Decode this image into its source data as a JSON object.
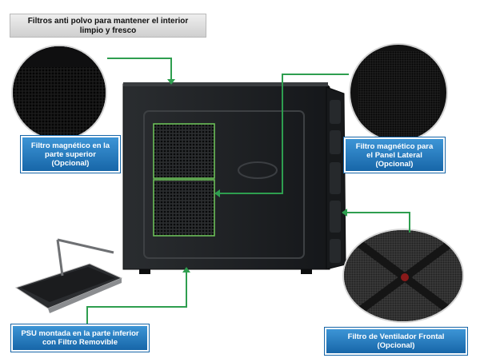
{
  "title": {
    "line1": "Filtros anti polvo para mantener el interior",
    "line2": "limpio y fresco"
  },
  "callouts": {
    "top_left": {
      "line1": "Filtro magnético en la",
      "line2": "parte superior",
      "line3": "(Opcional)"
    },
    "top_right": {
      "line1": "Filtro magnético para",
      "line2": "el Panel Lateral",
      "line3": "(Opcional)"
    },
    "bottom_left": {
      "line1": "PSU montada en la parte inferior",
      "line2": "con Filtro Removible"
    },
    "bottom_right": {
      "line1": "Filtro de Ventilador Frontal",
      "line2": "(Opcional)"
    }
  },
  "colors": {
    "label_blue": "#1f78c1",
    "callout_green": "#2e9e4f",
    "case_black": "#1b1d1f"
  }
}
